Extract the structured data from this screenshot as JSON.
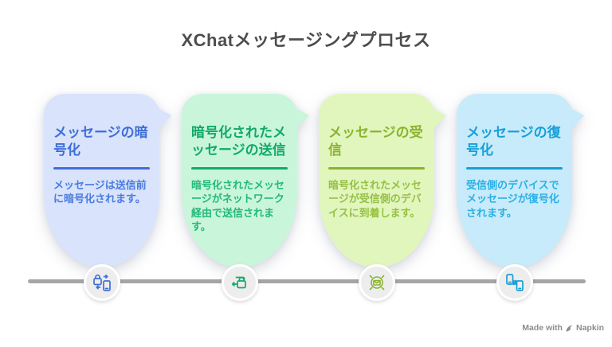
{
  "title": "XChatメッセージングプロセス",
  "heading_color": "#4d4d4d",
  "steps": [
    {
      "title": "メッセージの暗号化",
      "body": "メッセージは送信前に暗号化されます。",
      "icon": "lock-phone-sync-icon",
      "colors": {
        "bg": "#d9e3fb",
        "title": "#3e6ed8",
        "body": "#4a7ce0"
      }
    },
    {
      "title": "暗号化されたメッセージの送信",
      "body": "暗号化されたメッセージがネットワーク経由で送信されます。",
      "icon": "encrypted-send-icon",
      "colors": {
        "bg": "#c9f6da",
        "title": "#12a96b",
        "body": "#23b97c"
      }
    },
    {
      "title": "メッセージの受信",
      "body": "暗号化されたメッセージが受信側のデバイスに到着します。",
      "icon": "receive-target-icon",
      "colors": {
        "bg": "#e1f6bd",
        "title": "#8ab32f",
        "body": "#97c044"
      }
    },
    {
      "title": "メッセージの復号化",
      "body": "受信側のデバイスでメッセージが復号化されます。",
      "icon": "decrypt-devices-icon",
      "colors": {
        "bg": "#c7ebfa",
        "title": "#179fd9",
        "body": "#2bafe5"
      }
    }
  ],
  "timeline": {
    "color": "#a6a6a6"
  },
  "watermark": {
    "prefix": "Made with",
    "brand": "Napkin"
  }
}
